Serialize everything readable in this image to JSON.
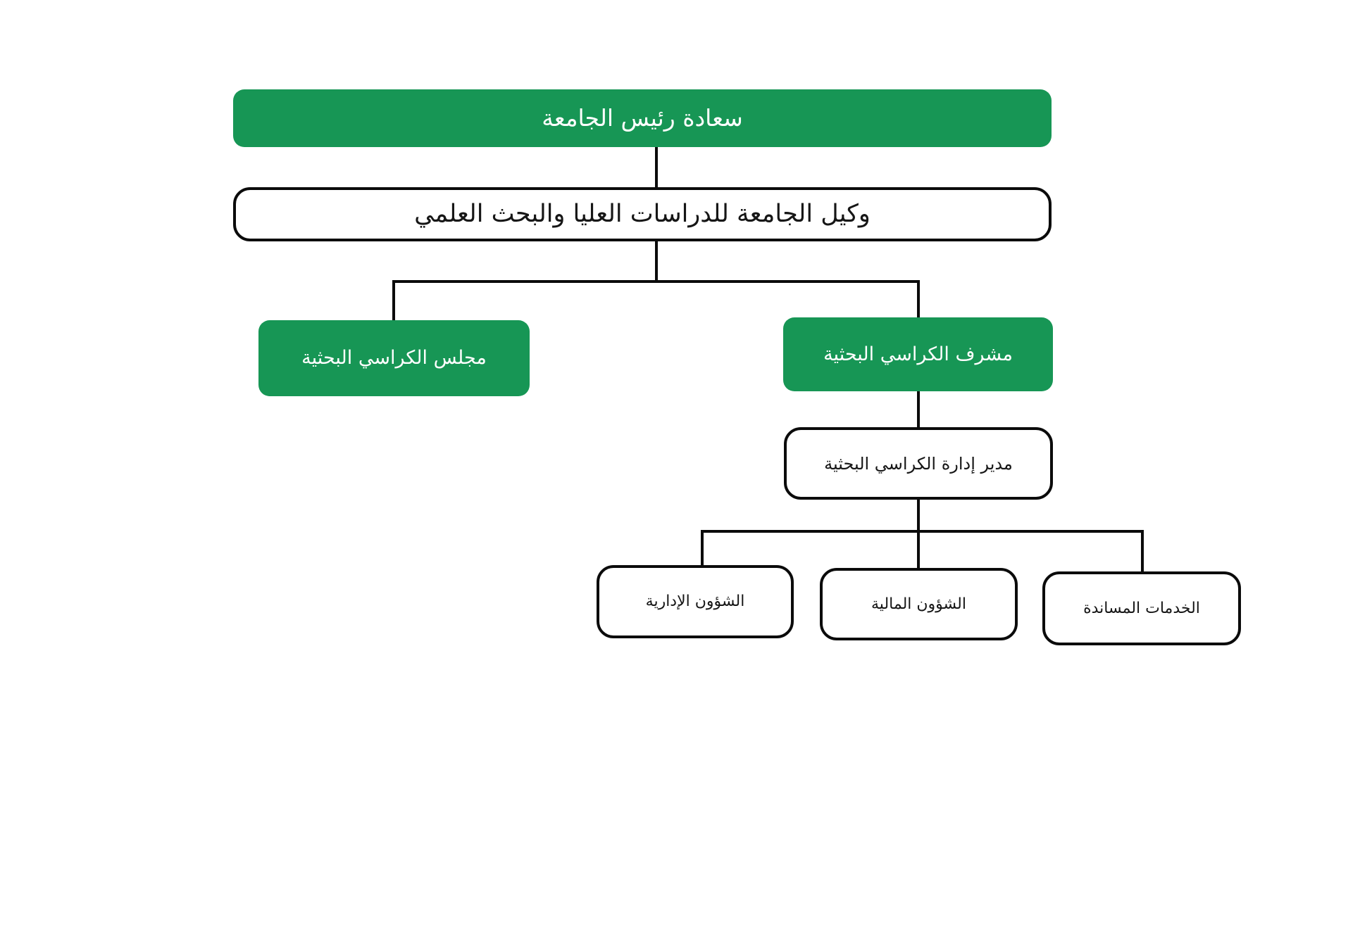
{
  "title": "University research chairs organizational chart",
  "colors": {
    "node_green": "#179655",
    "node_border": "#0b0b0b",
    "connector": "#0b0b0b",
    "text_on_green": "#ffffff",
    "text_on_white": "#161616",
    "background": "#ffffff"
  },
  "org": {
    "president": {
      "label": "سعادة رئيس الجامعة"
    },
    "vice_president": {
      "label": "وكيل الجامعة للدراسات العليا والبحث العلمي"
    },
    "council": {
      "label": "مجلس الكراسي البحثية"
    },
    "supervisor": {
      "label": "مشرف الكراسي البحثية"
    },
    "director": {
      "label": "مدير إدارة الكراسي البحثية"
    },
    "admin_affairs": {
      "label": "الشؤون الإدارية"
    },
    "financial_affairs": {
      "label": "الشؤون المالية"
    },
    "support_services": {
      "label": "الخدمات المساندة"
    }
  },
  "hierarchy": [
    {
      "parent": "president",
      "child": "vice_president"
    },
    {
      "parent": "vice_president",
      "child": "council"
    },
    {
      "parent": "vice_president",
      "child": "supervisor"
    },
    {
      "parent": "supervisor",
      "child": "director"
    },
    {
      "parent": "director",
      "child": "admin_affairs"
    },
    {
      "parent": "director",
      "child": "financial_affairs"
    },
    {
      "parent": "director",
      "child": "support_services"
    }
  ]
}
